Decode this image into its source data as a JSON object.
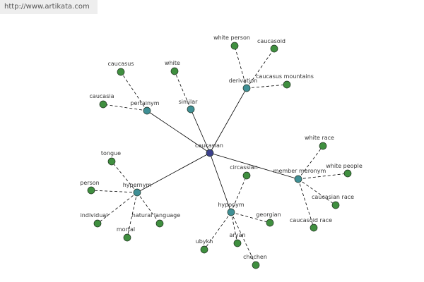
{
  "header": {
    "url": "http://www.artikata.com"
  },
  "colors": {
    "root": "#3b3f8c",
    "relation": "#3f8f95",
    "leaf": "#3f8f3f",
    "node_outline": "#1e2e1e",
    "solid_edge": "#000000",
    "dashed_edge": "#000000"
  },
  "graph": {
    "root": {
      "id": "caucasian",
      "label": "caucasian"
    },
    "relations": [
      {
        "id": "derivation",
        "label": "derivation"
      },
      {
        "id": "similar",
        "label": "similar"
      },
      {
        "id": "pertainym",
        "label": "pertainym"
      },
      {
        "id": "hypernym",
        "label": "hypernym"
      },
      {
        "id": "hyponym",
        "label": "hyponym"
      },
      {
        "id": "member-meronym",
        "label": "member meronym"
      }
    ],
    "leaves": [
      {
        "id": "white-person",
        "label": "white person",
        "parent": "derivation"
      },
      {
        "id": "caucasoid",
        "label": "caucasoid",
        "parent": "derivation"
      },
      {
        "id": "caucasus-mountains",
        "label": "caucasus mountains",
        "parent": "derivation"
      },
      {
        "id": "white",
        "label": "white",
        "parent": "similar"
      },
      {
        "id": "caucasus",
        "label": "caucasus",
        "parent": "pertainym"
      },
      {
        "id": "caucasia",
        "label": "caucasia",
        "parent": "pertainym"
      },
      {
        "id": "tongue",
        "label": "tongue",
        "parent": "hypernym"
      },
      {
        "id": "person",
        "label": "person",
        "parent": "hypernym"
      },
      {
        "id": "individual",
        "label": "individual",
        "parent": "hypernym"
      },
      {
        "id": "mortal",
        "label": "mortal",
        "parent": "hypernym"
      },
      {
        "id": "natural-language",
        "label": "natural language",
        "parent": "hypernym"
      },
      {
        "id": "circassian",
        "label": "circassian",
        "parent": "hyponym"
      },
      {
        "id": "georgian",
        "label": "georgian",
        "parent": "hyponym"
      },
      {
        "id": "ubykh",
        "label": "ubykh",
        "parent": "hyponym"
      },
      {
        "id": "aryan",
        "label": "aryan",
        "parent": "hyponym"
      },
      {
        "id": "chechen",
        "label": "chechen",
        "parent": "hyponym"
      },
      {
        "id": "white-race",
        "label": "white race",
        "parent": "member-meronym"
      },
      {
        "id": "white-people",
        "label": "white people",
        "parent": "member-meronym"
      },
      {
        "id": "caucasian-race",
        "label": "caucasian race",
        "parent": "member-meronym"
      },
      {
        "id": "caucasoid-race",
        "label": "caucasoid race",
        "parent": "member-meronym"
      }
    ]
  }
}
